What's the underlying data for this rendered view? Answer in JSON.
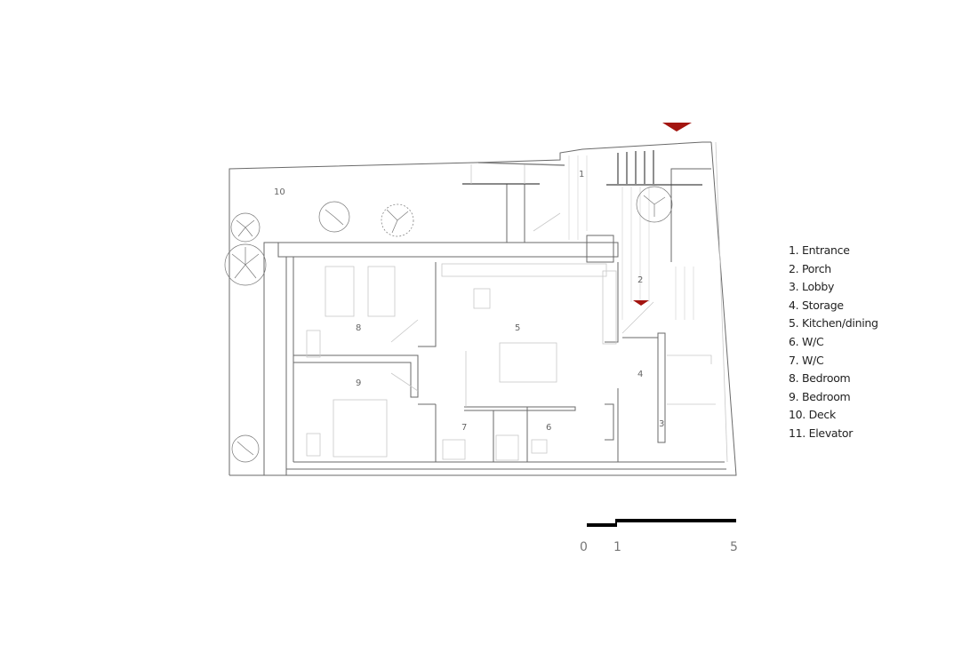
{
  "rooms": {
    "r1": "1",
    "r2": "2",
    "r3": "3",
    "r4": "4",
    "r5": "5",
    "r6": "6",
    "r7": "7",
    "r8": "8",
    "r9": "9",
    "r10": "10"
  },
  "legend": [
    "1. Entrance",
    "2. Porch",
    "3. Lobby",
    "4. Storage",
    "5. Kitchen/dining",
    "6. W/C",
    "7. W/C",
    "8. Bedroom",
    "9. Bedroom",
    "10. Deck",
    "11. Elevator"
  ],
  "scale_bar": {
    "labels": [
      "0",
      "1",
      "5"
    ]
  },
  "colors": {
    "entry_marker": "#a31510",
    "line": "#6a6a6a"
  }
}
